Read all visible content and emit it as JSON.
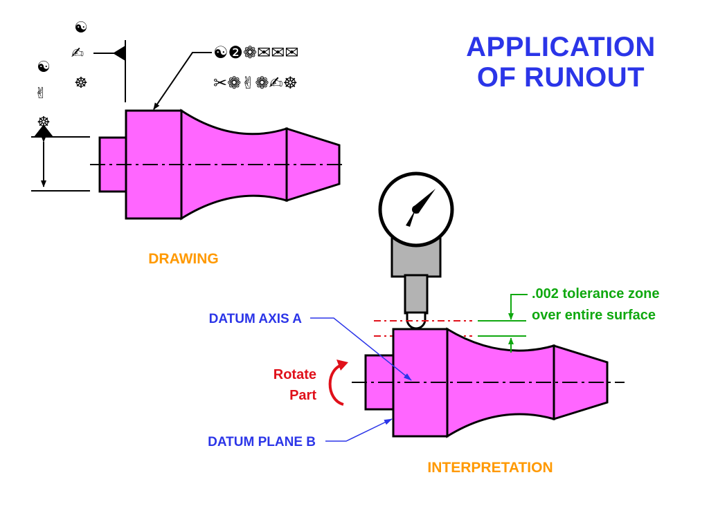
{
  "title": {
    "line1": "APPLICATION",
    "line2": "OF RUNOUT"
  },
  "drawing": {
    "caption": "DRAWING",
    "symbols": {
      "top_col": [
        "☯",
        "✍",
        "☸"
      ],
      "left_col": [
        "☯",
        "✌",
        "☸"
      ],
      "callout_row1": "☯❷❁✉✉✉",
      "callout_row2": "✂❁✌❁✍☸"
    }
  },
  "interpretation": {
    "caption": "INTERPRETATION",
    "datum_axis_label": "DATUM AXIS A",
    "datum_plane_label": "DATUM PLANE B",
    "rotate_line1": "Rotate",
    "rotate_line2": "Part",
    "tolerance_line1": ".002 tolerance zone",
    "tolerance_line2": "over entire surface"
  },
  "colors": {
    "part_fill": "#ff66ff",
    "title": "#2b35e8",
    "caption": "#ff9900",
    "label_blue": "#2b35e8",
    "rotate_red": "#e0101a",
    "tolerance_green": "#0fa80f",
    "gauge_gray": "#b3b3b3"
  }
}
